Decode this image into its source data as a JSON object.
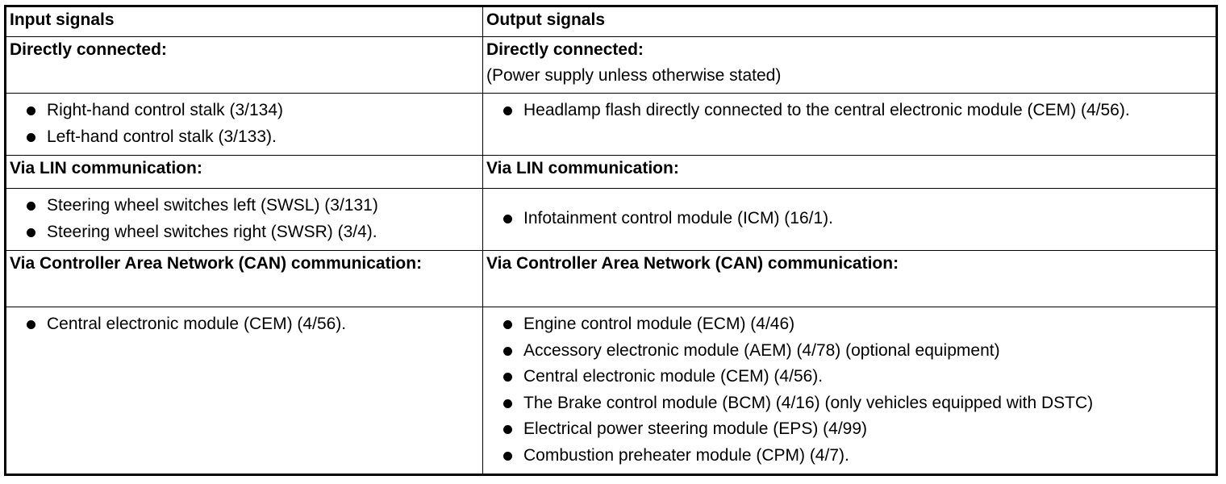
{
  "header": {
    "input": "Input signals",
    "output": "Output signals"
  },
  "sections": [
    {
      "input_heading": "Directly connected:",
      "output_heading": "Directly connected:",
      "output_note": "(Power supply unless otherwise stated)",
      "input_items": [
        "Right-hand control stalk (3/134)",
        "Left-hand control stalk (3/133)."
      ],
      "output_items": [
        "Headlamp flash directly connected to the central electronic module (CEM) (4/56)."
      ]
    },
    {
      "input_heading": "Via LIN communication:",
      "output_heading": "Via LIN communication:",
      "input_items": [
        "Steering wheel switches left (SWSL) (3/131)",
        "Steering wheel switches right (SWSR) (3/4)."
      ],
      "output_items": [
        "Infotainment control module (ICM) (16/1)."
      ]
    },
    {
      "input_heading": "Via Controller Area Network (CAN) communication:",
      "output_heading": "Via Controller Area Network (CAN) communication:",
      "input_items": [
        "Central electronic module (CEM) (4/56)."
      ],
      "output_items": [
        "Engine control module (ECM) (4/46)",
        "Accessory electronic module (AEM) (4/78) (optional equipment)",
        "Central electronic module (CEM) (4/56).",
        "The Brake control module (BCM) (4/16) (only vehicles equipped with DSTC)",
        "Electrical power steering module (EPS) (4/99)",
        "Combustion preheater module (CPM) (4/7)."
      ]
    }
  ]
}
